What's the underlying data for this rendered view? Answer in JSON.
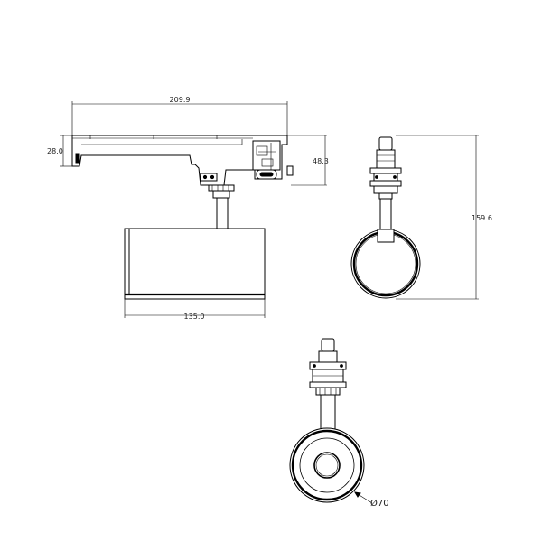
{
  "drawing": {
    "side_view": {
      "width_label": "209.9",
      "track_height_label": "28.0",
      "adapter_height_label": "48.3",
      "body_width_label": "135.0"
    },
    "front_view": {
      "total_height_label": "159.6"
    },
    "bottom_view": {
      "diameter_label": "Ø70"
    }
  }
}
